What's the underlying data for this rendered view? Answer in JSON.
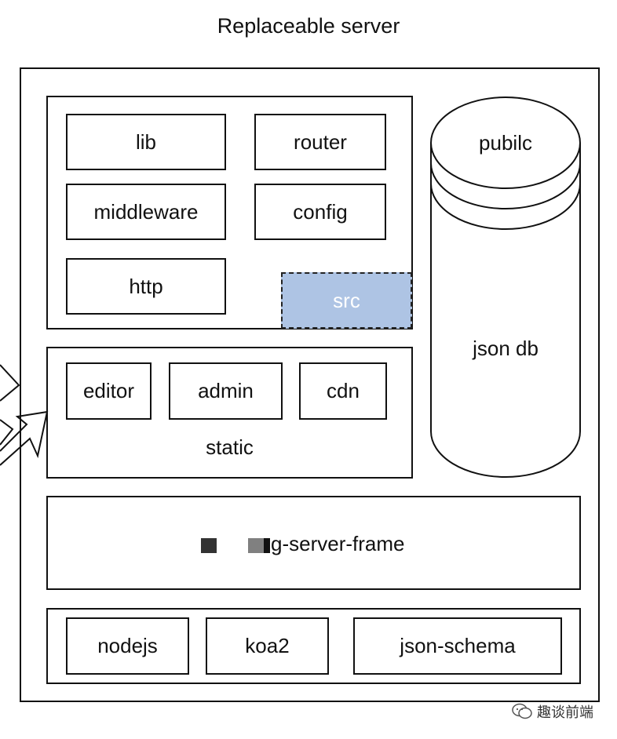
{
  "title": "Replaceable server",
  "src_block": {
    "modules": [
      "lib",
      "router",
      "middleware",
      "config",
      "http"
    ],
    "src_label": "src",
    "src_color": "#aec4e4"
  },
  "static_block": {
    "modules": [
      "editor",
      "admin",
      "cdn"
    ],
    "label": "static"
  },
  "database": {
    "top_label": "pubilc",
    "body_label": "json db"
  },
  "frame": {
    "label": "g-server-frame"
  },
  "stack": {
    "items": [
      "nodejs",
      "koa2",
      "json-schema"
    ]
  },
  "watermark": {
    "text": "趣谈前端"
  }
}
